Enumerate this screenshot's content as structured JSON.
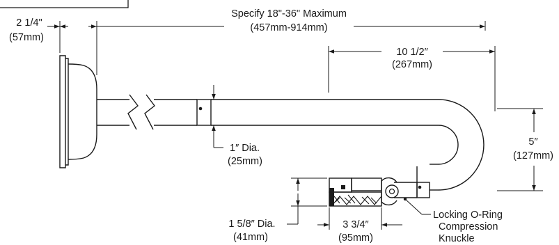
{
  "colors": {
    "line": "#1a1a1a",
    "background": "#ffffff"
  },
  "dimensions": {
    "mount_depth": {
      "imperial": "2 1/4\"",
      "metric": "(57mm)"
    },
    "arm_length": {
      "imperial": "Specify 18\"-36\" Maximum",
      "metric": "(457mm-914mm)"
    },
    "bend_reach": {
      "imperial": "10 1/2″",
      "metric": "(267mm)"
    },
    "bend_drop": {
      "imperial": "5″",
      "metric": "(127mm)"
    },
    "tube_diameter": {
      "imperial": "1″ Dia.",
      "metric": "(25mm)"
    },
    "fitting_diameter": {
      "imperial": "1 5/8″ Dia.",
      "metric": "(41mm)"
    },
    "fitting_length": {
      "imperial": "3 3/4″",
      "metric": "(95mm)"
    }
  },
  "callouts": {
    "knuckle": [
      "Locking O-Ring",
      "Compression",
      "Knuckle"
    ]
  }
}
